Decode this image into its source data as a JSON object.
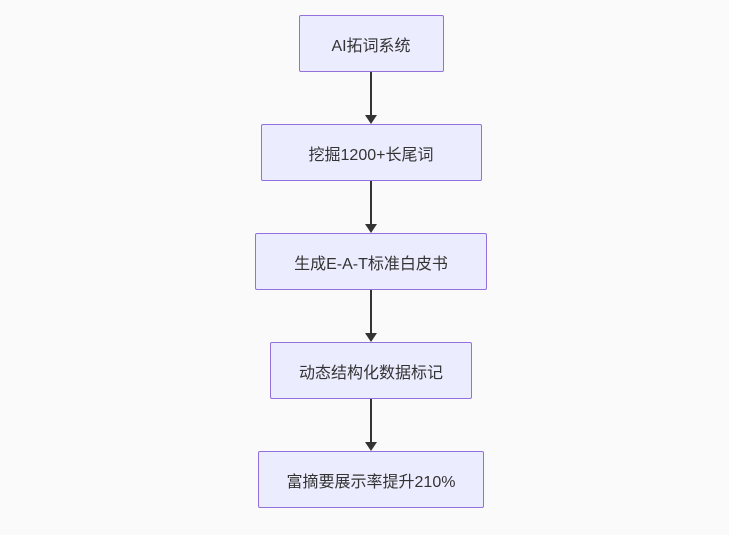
{
  "diagram": {
    "type": "flowchart",
    "direction": "top-down",
    "nodes": [
      {
        "id": "step-1",
        "label": "AI拓词系统"
      },
      {
        "id": "step-2",
        "label": "挖掘1200+长尾词"
      },
      {
        "id": "step-3",
        "label": "生成E-A-T标准白皮书"
      },
      {
        "id": "step-4",
        "label": "动态结构化数据标记"
      },
      {
        "id": "step-5",
        "label": "富摘要展示率提升210%"
      }
    ],
    "edges": [
      {
        "from": "step-1",
        "to": "step-2"
      },
      {
        "from": "step-2",
        "to": "step-3"
      },
      {
        "from": "step-3",
        "to": "step-4"
      },
      {
        "from": "step-4",
        "to": "step-5"
      }
    ],
    "colors": {
      "background": "#fafafa",
      "node_fill": "#ececff",
      "node_border": "#9370db",
      "text": "#333333",
      "arrow": "#333333"
    }
  }
}
